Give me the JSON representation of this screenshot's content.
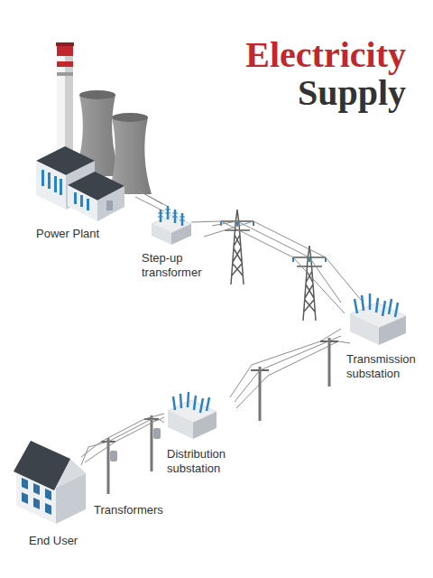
{
  "diagram": {
    "title": "Electricity Supply",
    "nodes": [
      {
        "text": [
          "Power Plant"
        ]
      },
      {
        "text": [
          "Step-up transformer"
        ]
      },
      {
        "text": [
          "Transmission substation"
        ]
      },
      {
        "text": [
          "Distribution substation"
        ]
      },
      {
        "text": [
          "Transformers"
        ]
      },
      {
        "text": [
          "End User"
        ]
      }
    ],
    "edges": [
      {
        "from": 0,
        "to": 1,
        "arrow": "none"
      },
      {
        "from": 1,
        "to": 2,
        "arrow": "none"
      },
      {
        "from": 2,
        "to": 3,
        "arrow": "none"
      },
      {
        "from": 3,
        "to": 4,
        "arrow": "none"
      },
      {
        "from": 4,
        "to": 5,
        "arrow": "none"
      }
    ]
  }
}
